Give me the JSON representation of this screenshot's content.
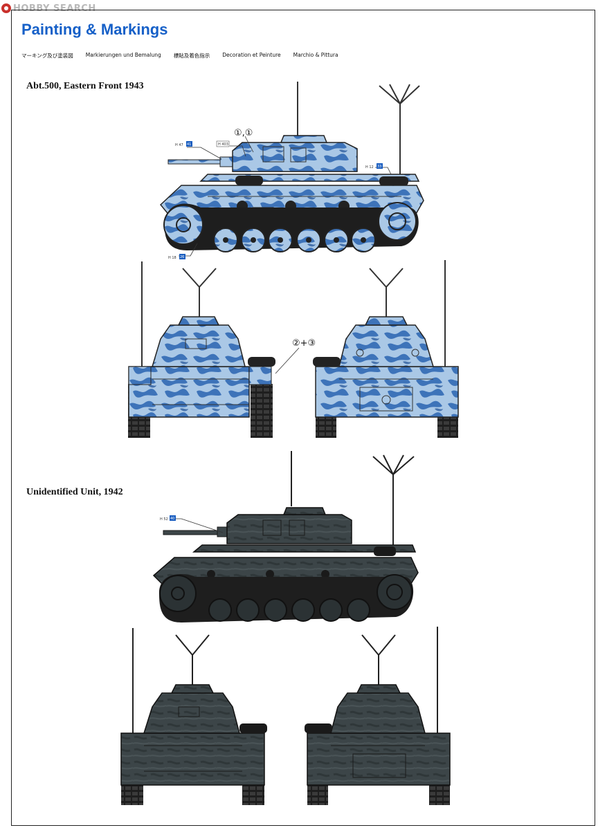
{
  "watermark": {
    "text": "HOBBY SEARCH"
  },
  "title": "Painting & Markings",
  "languages": [
    "マーキング及び塗装図",
    "Markierungen und Bemalung",
    "標貼及着色指示",
    "Decoration et Peinture",
    "Marchio & Pittura"
  ],
  "schemes": [
    {
      "label": "Abt.500, Eastern Front 1943",
      "callouts": [
        "①,①",
        "②+③"
      ],
      "markings": [
        {
          "prefix": "H 47",
          "num": "41"
        },
        {
          "prefix": "H 403",
          "num": ""
        },
        {
          "prefix": "H 12",
          "num": "33"
        },
        {
          "prefix": "H 18",
          "num": "26"
        }
      ]
    },
    {
      "label": "Unidentified Unit, 1942",
      "markings": [
        {
          "prefix": "H 52",
          "num": "40"
        }
      ]
    }
  ],
  "colors": {
    "title": "#1660c8",
    "camo_base": "#aac8e6",
    "camo_blob": "#2a64b2",
    "grey_base": "#3c4548",
    "grey_dark": "#252c2e",
    "marking_box": "#1a5ec0"
  },
  "icons": [
    "hobby-search-logo-icon",
    "antenna-icon",
    "marking-leader-line-icon"
  ]
}
